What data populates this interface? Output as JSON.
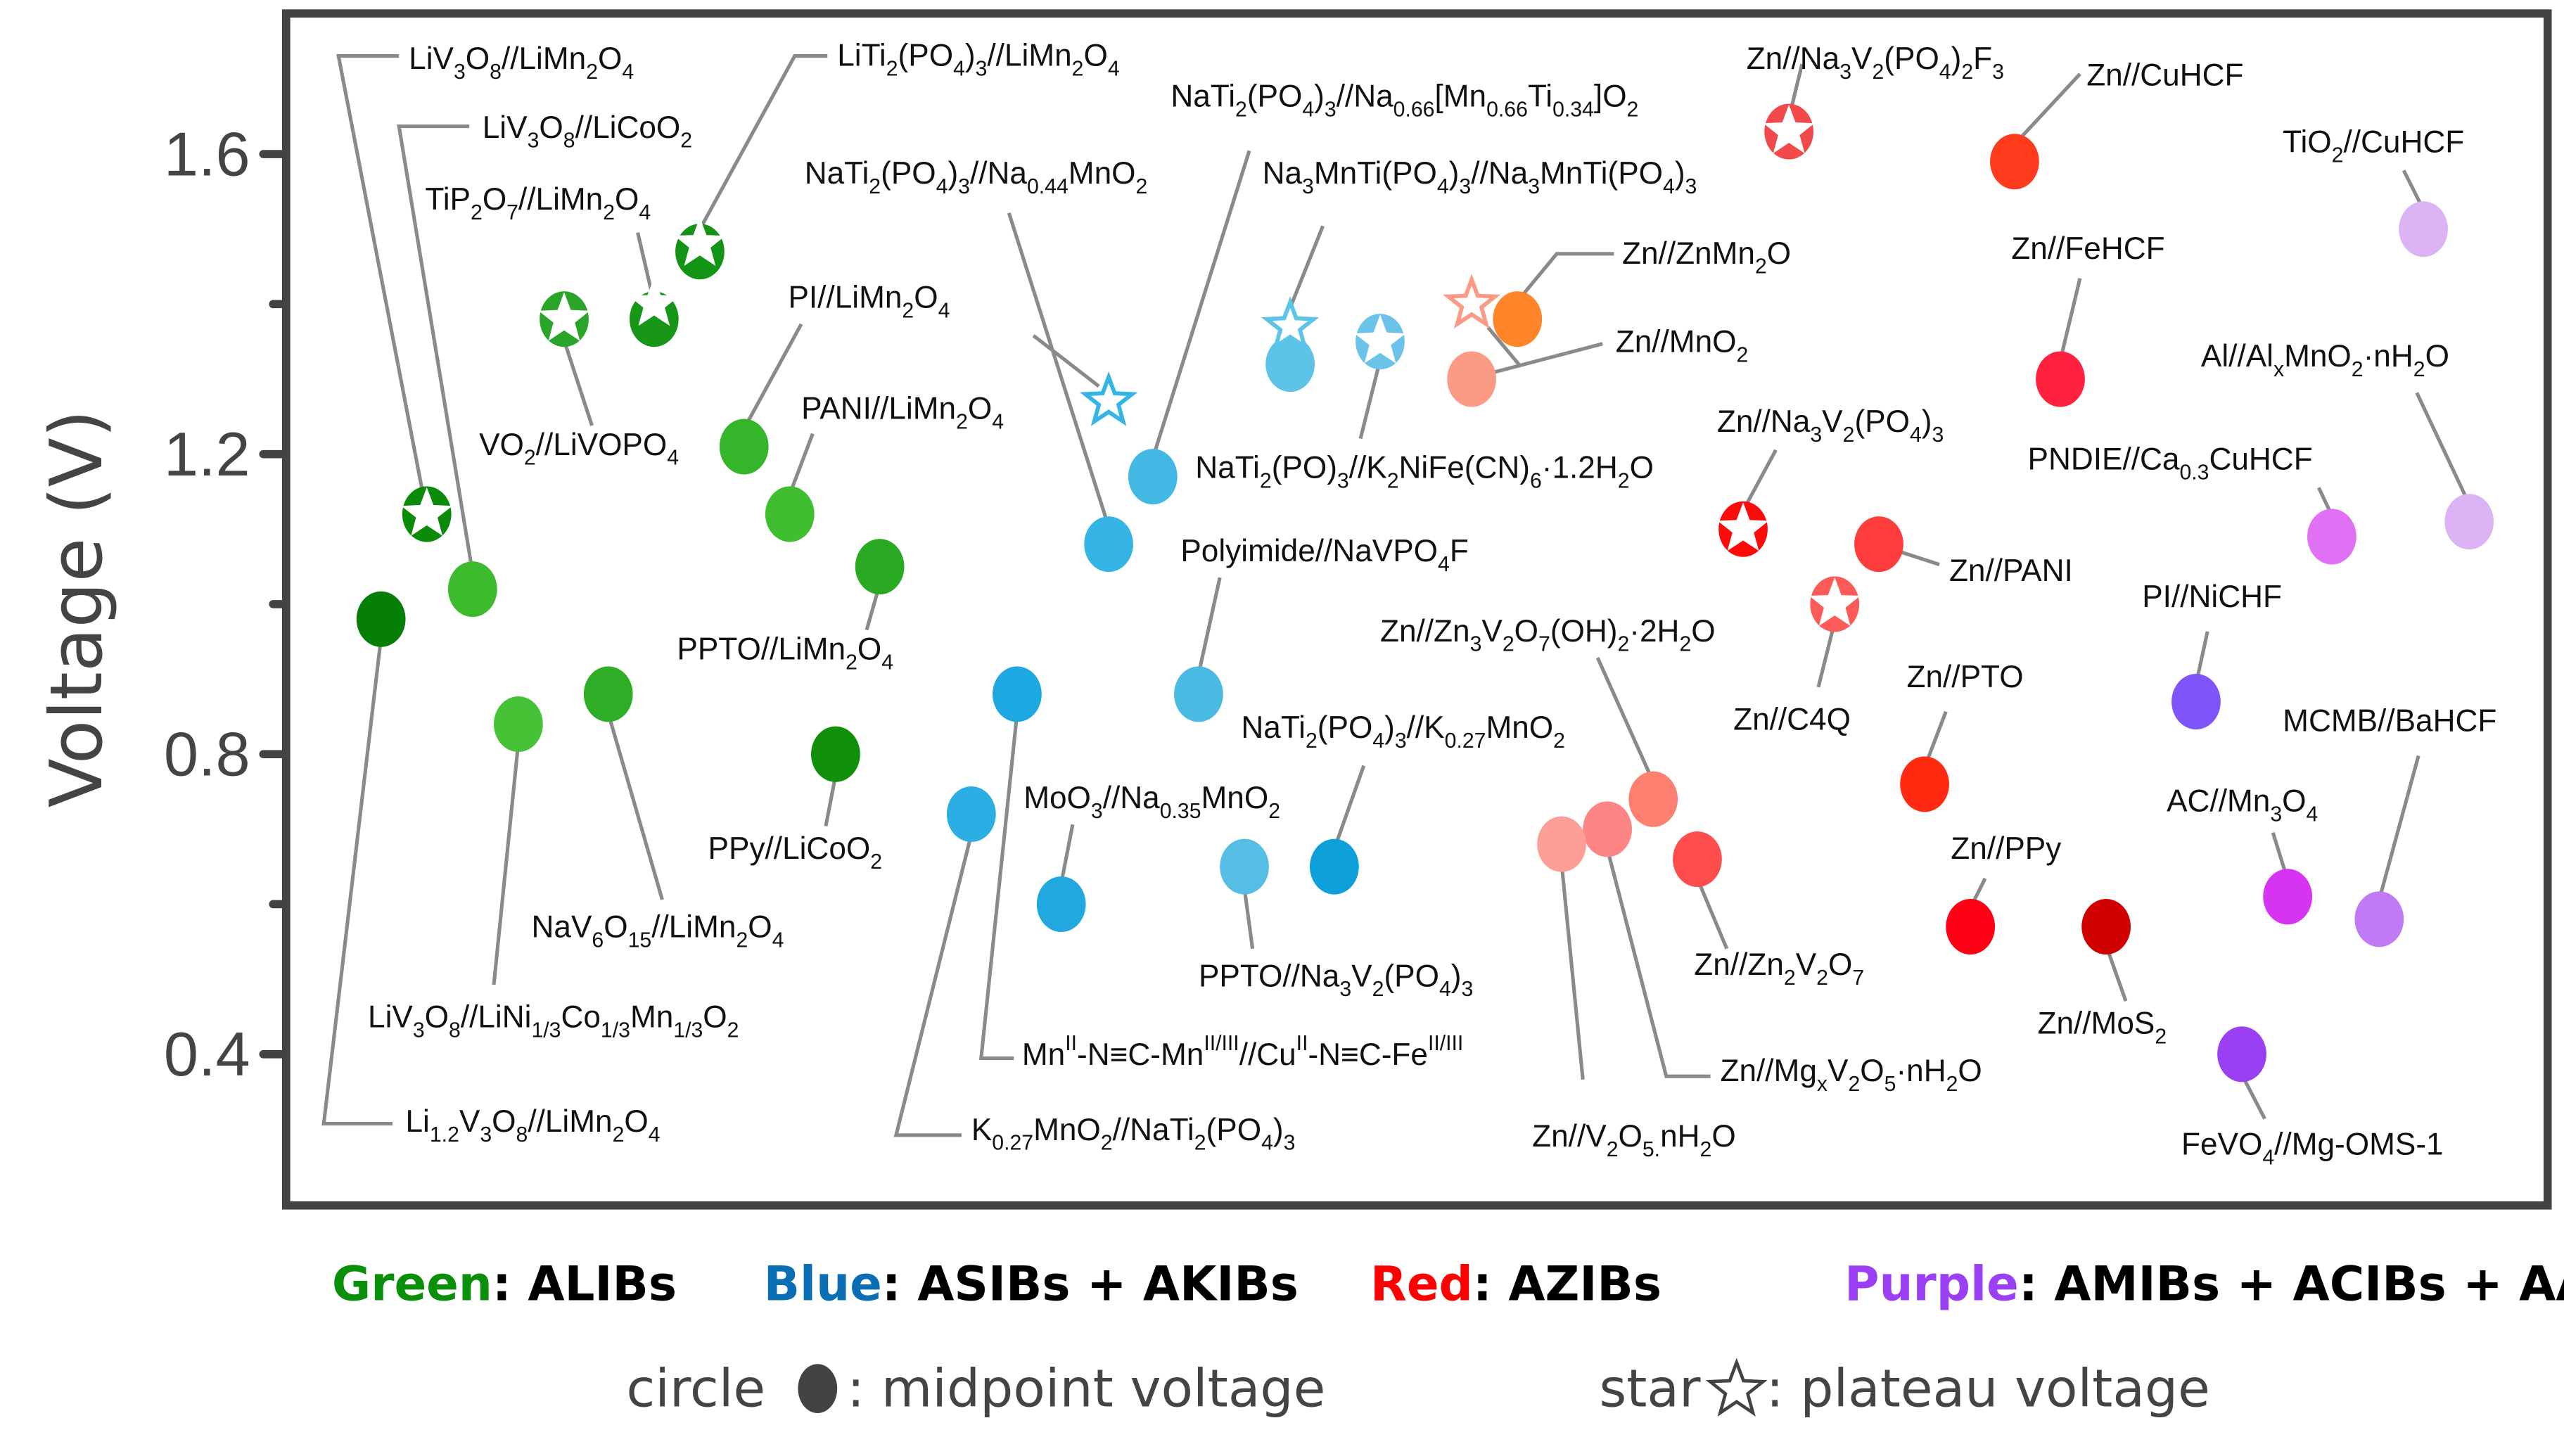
{
  "chart_data": {
    "type": "scatter",
    "title": "",
    "xlabel": "",
    "ylabel": "Voltage (V)",
    "ylim": [
      0.2,
      1.79
    ],
    "yticks": [
      0.4,
      0.8,
      1.2,
      1.6
    ],
    "ytick_labels": [
      "0.4",
      "0.8",
      "1.2",
      "1.6"
    ],
    "minor_yticks": [
      0.6,
      1.0,
      1.4
    ],
    "grid": false,
    "groups": [
      {
        "name": "Green",
        "system": "ALIBs",
        "color": "#0a8f0a"
      },
      {
        "name": "Blue",
        "system": "ASIBs + AKIBs",
        "color": "#0a6eb4"
      },
      {
        "name": "Red",
        "system": "AZIBs",
        "color": "#ff0000"
      },
      {
        "name": "Purple",
        "system": "AMIBs + ACIBs + AAIBs",
        "color": "#9b3ff5"
      }
    ],
    "marker_legend": [
      {
        "shape": "circle",
        "glyph": "●",
        "label": "midpoint voltage",
        "prefix": "circle"
      },
      {
        "shape": "star",
        "glyph": "☆",
        "label": "plateau voltage",
        "prefix": "star"
      }
    ],
    "points": [
      {
        "label": "LiV_{3}O_{8}//LiMn_{2}O_{4}",
        "group": "Green",
        "midpoint": 1.12,
        "plateau": 1.12,
        "color": "#0a8c0a"
      },
      {
        "label": "LiV_{3}O_{8}//LiCoO_{2}",
        "group": "Green",
        "midpoint": 1.02,
        "plateau": null,
        "color": "#3cbb2d"
      },
      {
        "label": "Li_{1.2}V_{3}O_{8}//LiMn_{2}O_{4}",
        "group": "Green",
        "midpoint": 0.98,
        "plateau": null,
        "color": "#067f06"
      },
      {
        "label": "TiP_{2}O_{7}//LiMn_{2}O_{4}",
        "group": "Green",
        "midpoint": 1.38,
        "plateau": 1.4,
        "color": "#179617"
      },
      {
        "label": "VO_{2}//LiVOPO_{4}",
        "group": "Green",
        "midpoint": 1.38,
        "plateau": 1.38,
        "color": "#2aa52a"
      },
      {
        "label": "LiTi_{2}(PO_{4})_{3}//LiMn_{2}O_{4}",
        "group": "Green",
        "midpoint": 1.47,
        "plateau": 1.48,
        "color": "#149414"
      },
      {
        "label": "PI//LiMn_{2}O_{4}",
        "group": "Green",
        "midpoint": 1.21,
        "plateau": null,
        "color": "#35b52a"
      },
      {
        "label": "PANI//LiMn_{2}O_{4}",
        "group": "Green",
        "midpoint": 1.12,
        "plateau": null,
        "color": "#3fbf30"
      },
      {
        "label": "PPTO//LiMn_{2}O_{4}",
        "group": "Green",
        "midpoint": 1.05,
        "plateau": null,
        "color": "#2aaa22"
      },
      {
        "label": "LiV_{3}O_{8}//LiNi_{1/3}Co_{1/3}Mn_{1/3}O_{2}",
        "group": "Green",
        "midpoint": 0.84,
        "plateau": null,
        "color": "#45c236"
      },
      {
        "label": "NaV_{6}O_{15}//LiMn_{2}O_{4}",
        "group": "Green",
        "midpoint": 0.88,
        "plateau": null,
        "color": "#2eae26"
      },
      {
        "label": "PPy//LiCoO_{2}",
        "group": "Green",
        "midpoint": 0.8,
        "plateau": null,
        "color": "#108f0a"
      },
      {
        "label": "NaTi_{2}(PO_{4})_{3}//Na_{0.44}MnO_{2}",
        "group": "Blue",
        "midpoint": 1.08,
        "plateau": 1.27,
        "color": "#35b5e5"
      },
      {
        "label": "NaTi_{2}(PO_{4})_{3}//Na_{0.66}[Mn_{0.66}Ti_{0.34}]O_{2}",
        "group": "Blue",
        "midpoint": 1.17,
        "plateau": null,
        "color": "#42b8e4"
      },
      {
        "label": "Na_{3}MnTi(PO_{4})_{3}//Na_{3}MnTi(PO_{4})_{3}",
        "group": "Blue",
        "midpoint": 1.32,
        "plateau": 1.37,
        "color": "#5cc4e8"
      },
      {
        "label": "NaTi_{2}(PO)_{3}//K_{2}NiFe(CN)_{6}·1.2H_{2}O",
        "group": "Blue",
        "midpoint": 1.35,
        "plateau": 1.35,
        "color": "#6cc3ea"
      },
      {
        "label": "Polyimide//NaVPO_{4}F",
        "group": "Blue",
        "midpoint": 0.88,
        "plateau": null,
        "color": "#4bbae2"
      },
      {
        "label": "Mn^{II}-N≡C-Mn^{II/III}//Cu^{II}-N≡C-Fe^{II/III}",
        "group": "Blue",
        "midpoint": 0.88,
        "plateau": null,
        "color": "#1ea8e2"
      },
      {
        "label": "K_{0.27}MnO_{2}//NaTi_{2}(PO_{4})_{3}",
        "group": "Blue",
        "midpoint": 0.72,
        "plateau": null,
        "color": "#2aaee4"
      },
      {
        "label": "MoO_{3}//Na_{0.35}MnO_{2}",
        "group": "Blue",
        "midpoint": 0.6,
        "plateau": null,
        "color": "#22a8e0"
      },
      {
        "label": "PPTO//Na_{3}V_{2}(PO_{4})_{3}",
        "group": "Blue",
        "midpoint": 0.65,
        "plateau": null,
        "color": "#56bde4"
      },
      {
        "label": "NaTi_{2}(PO_{4})_{3}//K_{0.27}MnO_{2}",
        "group": "Blue",
        "midpoint": 0.65,
        "plateau": null,
        "color": "#0ea0d8"
      },
      {
        "label": "Zn//Na_{3}V_{2}(PO_{4})_{2}F_{3}",
        "group": "Red",
        "midpoint": 1.63,
        "plateau": 1.63,
        "color": "#f24a4a"
      },
      {
        "label": "Zn//CuHCF",
        "group": "Red",
        "midpoint": 1.59,
        "plateau": null,
        "color": "#ff3b1e"
      },
      {
        "label": "Zn//ZnMn_{2}O",
        "group": "Red",
        "midpoint": 1.38,
        "plateau": null,
        "color": "#ff8528"
      },
      {
        "label": "Zn//MnO_{2}",
        "group": "Red",
        "midpoint": 1.3,
        "plateau": 1.4,
        "color": "#fb9a85"
      },
      {
        "label": "Zn//FeHCF",
        "group": "Red",
        "midpoint": 1.3,
        "plateau": null,
        "color": "#ff213e"
      },
      {
        "label": "Zn//Na_{3}V_{2}(PO_{4})_{3}",
        "group": "Red",
        "midpoint": 1.1,
        "plateau": 1.1,
        "color": "#ff0a0a"
      },
      {
        "label": "Zn//PANI",
        "group": "Red",
        "midpoint": 1.08,
        "plateau": null,
        "color": "#ff3c3c"
      },
      {
        "label": "Zn//C4Q",
        "group": "Red",
        "midpoint": 1.0,
        "plateau": 1.0,
        "color": "#ff5a5a"
      },
      {
        "label": "Zn//PTO",
        "group": "Red",
        "midpoint": 0.76,
        "plateau": null,
        "color": "#ff2a10"
      },
      {
        "label": "Zn//Zn_{3}V_{2}O_{7}(OH)_{2}·2H_{2}O",
        "group": "Red",
        "midpoint": 0.74,
        "plateau": null,
        "color": "#fc7f70"
      },
      {
        "label": "Zn//Mg_{x}V_{2}O_{5}·nH_{2}O",
        "group": "Red",
        "midpoint": 0.7,
        "plateau": null,
        "color": "#fd8585"
      },
      {
        "label": "Zn//V_{2}O_{5.}nH_{2}O",
        "group": "Red",
        "midpoint": 0.68,
        "plateau": null,
        "color": "#fd9f96"
      },
      {
        "label": "Zn//Zn_{2}V_{2}O_{7}",
        "group": "Red",
        "midpoint": 0.66,
        "plateau": null,
        "color": "#ff4c4c"
      },
      {
        "label": "Zn//PPy",
        "group": "Red",
        "midpoint": 0.57,
        "plateau": null,
        "color": "#ff0014"
      },
      {
        "label": "Zn//MoS_{2}",
        "group": "Red",
        "midpoint": 0.57,
        "plateau": null,
        "color": "#d10000"
      },
      {
        "label": "TiO_{2}//CuHCF",
        "group": "Purple",
        "midpoint": 1.5,
        "plateau": null,
        "color": "#dcb4f6"
      },
      {
        "label": "Al//Al_{x}MnO_{2}·nH_{2}O",
        "group": "Purple",
        "midpoint": 1.11,
        "plateau": null,
        "color": "#dcb4f6"
      },
      {
        "label": "PNDIE//Ca_{0.3}CuHCF",
        "group": "Purple",
        "midpoint": 1.09,
        "plateau": null,
        "color": "#e070f4"
      },
      {
        "label": "PI//NiCHF",
        "group": "Purple",
        "midpoint": 0.87,
        "plateau": null,
        "color": "#7f55fb"
      },
      {
        "label": "MCMB//BaHCF",
        "group": "Purple",
        "midpoint": 0.58,
        "plateau": null,
        "color": "#c07af5"
      },
      {
        "label": "AC//Mn_{3}O_{4}",
        "group": "Purple",
        "midpoint": 0.61,
        "plateau": null,
        "color": "#d633f3"
      },
      {
        "label": "FeVO_{4}//Mg-OMS-1",
        "group": "Purple",
        "midpoint": 0.4,
        "plateau": null,
        "color": "#9b3ff5"
      }
    ]
  }
}
